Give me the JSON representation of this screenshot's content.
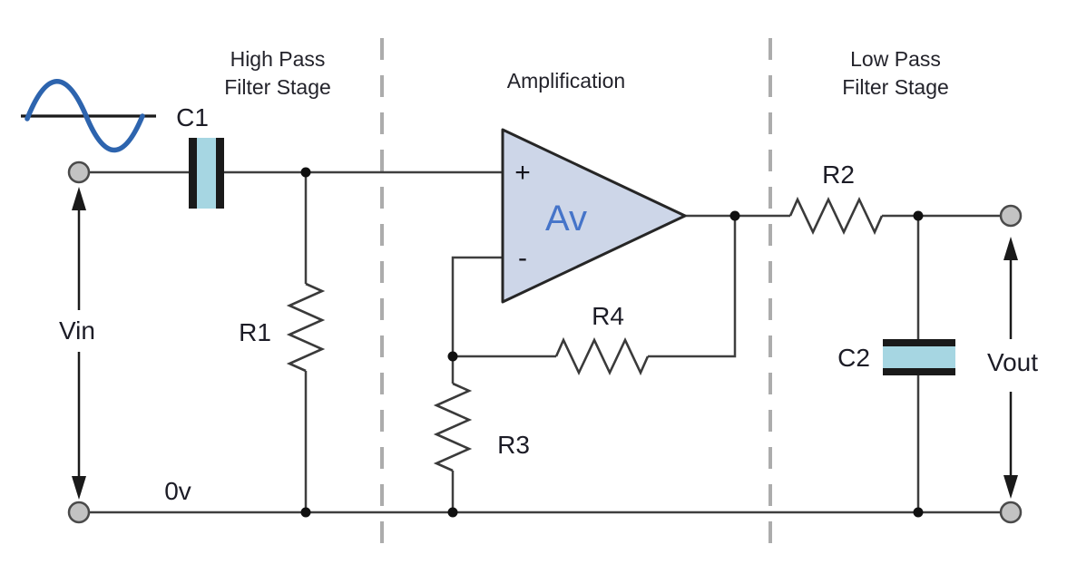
{
  "circuit": {
    "stages": {
      "high_pass": {
        "line1": "High Pass",
        "line2": "Filter Stage"
      },
      "amplification": {
        "label": "Amplification"
      },
      "low_pass": {
        "line1": "Low Pass",
        "line2": "Filter Stage"
      }
    },
    "components": {
      "c1": "C1",
      "r1": "R1",
      "r2": "R2",
      "c2": "C2",
      "r3": "R3",
      "r4": "R4",
      "opamp_gain": "Av",
      "noninverting_input": "+",
      "inverting_input": "-"
    },
    "labels": {
      "vin": "Vin",
      "vout": "Vout",
      "ground": "0v"
    },
    "colors": {
      "capacitor_fill": "#a6d6e2",
      "opamp_fill": "#cdd6e8",
      "gain_text": "#4574c9",
      "sine_wave": "#2d64ae",
      "wire": "#3f3f3f",
      "label_text": "#1c1c26",
      "terminal_fill": "#c3c3c3",
      "divider": "#acacac"
    }
  }
}
